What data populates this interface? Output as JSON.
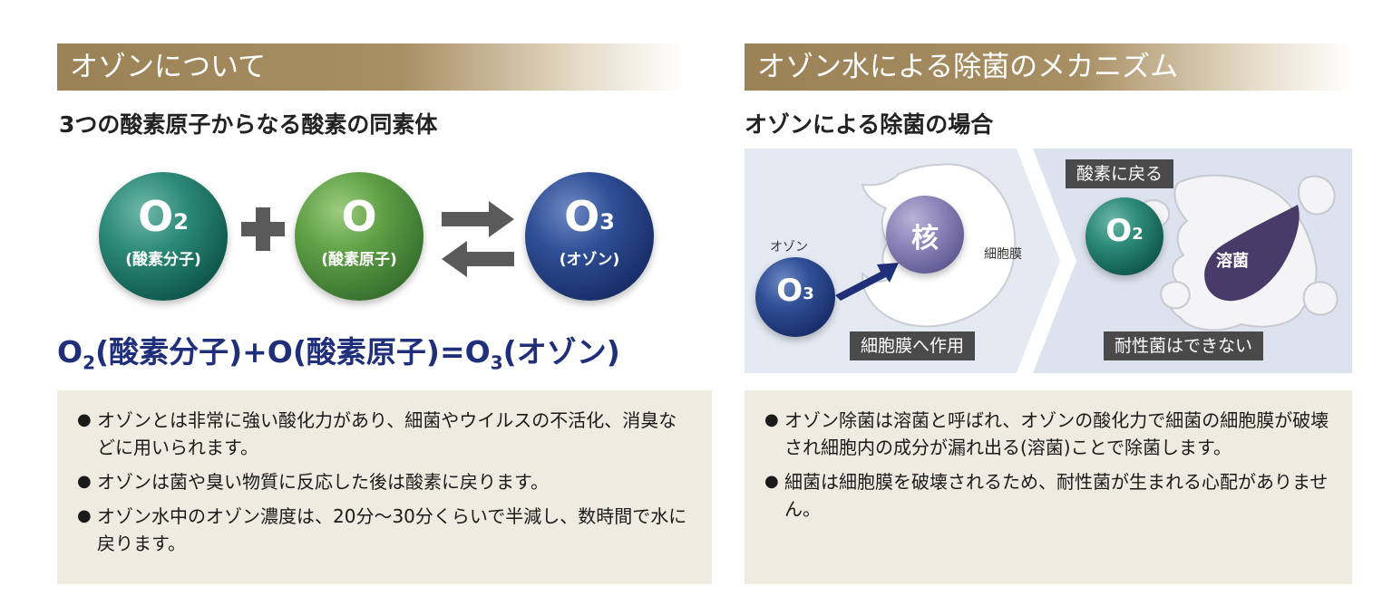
{
  "left": {
    "title": "オゾンについて",
    "subtitle": "3つの酸素原子からなる酸素の同素体",
    "molecules": {
      "o2": {
        "symbol": "O",
        "sub": "2",
        "label": "(酸素分子)"
      },
      "o": {
        "symbol": "O",
        "label": "(酸素原子)"
      },
      "o3": {
        "symbol": "O",
        "sub": "3",
        "label": "(オゾン)"
      }
    },
    "formula": {
      "part1": "O",
      "sub1": "2",
      "part2": "(酸素分子)+O(酸素原子)=O",
      "sub2": "3",
      "part3": "(オゾン)"
    },
    "bullets": [
      "オゾンとは非常に強い酸化力があり、細菌やウイルスの不活化、消臭などに用いられます。",
      "オゾンは菌や臭い物質に反応した後は酸素に戻ります。",
      "オゾン水中のオゾン濃度は、20分〜30分くらいで半減し、数時間で水に戻ります。"
    ]
  },
  "right": {
    "title": "オゾン水による除菌のメカニズム",
    "subtitle": "オゾンによる除菌の場合",
    "diagram": {
      "ozone_label": "オゾン",
      "o3": {
        "symbol": "O",
        "sub": "3"
      },
      "nucleus_label": "核",
      "membrane_label": "細胞膜",
      "action_label": "細胞膜へ作用",
      "return_label": "酸素に戻る",
      "o2": {
        "symbol": "O",
        "sub": "2"
      },
      "lysis_label": "溶菌",
      "resistant_label": "耐性菌はできない"
    },
    "bullets": [
      "オゾン除菌は溶菌と呼ばれ、オゾンの酸化力で細菌の細胞膜が破壊され細胞内の成分が漏れ出る(溶菌)ことで除菌します。",
      "細菌は細胞膜を破壊されるため、耐性菌が生まれる心配がありません。"
    ]
  },
  "colors": {
    "title_gold": "#a88f63",
    "formula_navy": "#1f2f7a",
    "bullet_bg": "#efebe0",
    "diagram_bg": "#e4e9f2",
    "label_box": "#4a4a4a"
  }
}
